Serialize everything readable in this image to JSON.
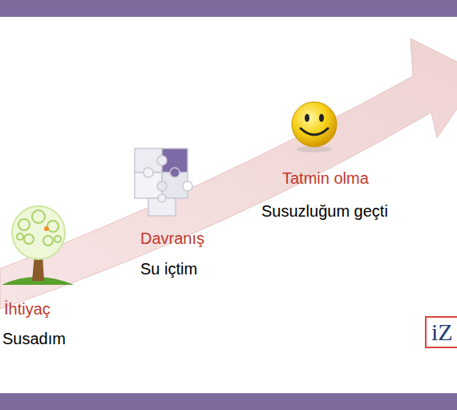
{
  "diagram": {
    "labels": [
      "İhtiyaç",
      "Susadım",
      "Davranış",
      "Su içtim",
      "Tatmin olma",
      "Susuzluğum geçti",
      "iZ"
    ]
  }
}
